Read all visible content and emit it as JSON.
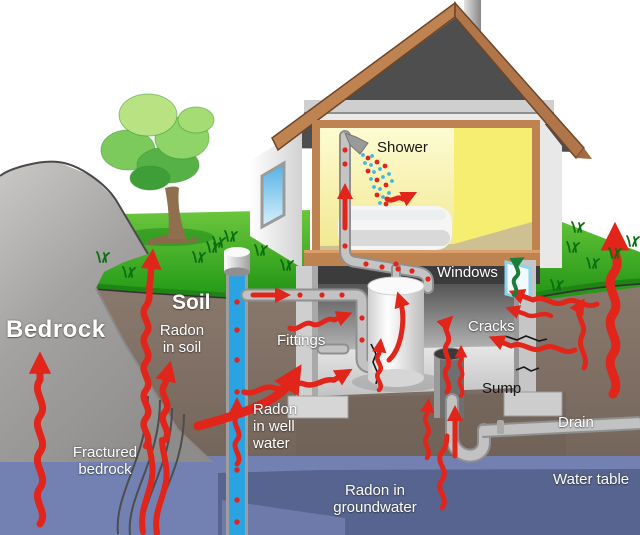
{
  "labels": {
    "bedrock": "Bedrock",
    "soil": "Soil",
    "radon_in_soil": [
      "Radon",
      "in soil"
    ],
    "fractured_bedrock": [
      "Fractured",
      "bedrock"
    ],
    "radon_in_well_water": [
      "Radon",
      "in well",
      "water"
    ],
    "fittings": "Fittings",
    "shower": "Shower",
    "windows": "Windows",
    "cracks": "Cracks",
    "sump": "Sump",
    "drain": "Drain",
    "water_table": "Water table",
    "radon_in_groundwater": [
      "Radon in",
      "groundwater"
    ]
  },
  "colors": {
    "radon_arrow_red": "#e1251b",
    "window_arrow_green": "#1e7c39",
    "well_water_blue": "#2aa3e2",
    "groundwater_dark": "#56648f",
    "groundwater_light": "#7381b2",
    "soil_brown": "#84746a",
    "bedrock_gray": "#a3a2a0",
    "grass_green": "#3fae27",
    "roof_brown": "#bf8352",
    "room_yellow": "#f6ee71",
    "shower_spray_blue": "#3fb7e0"
  },
  "icons": {
    "radon_flow_arrow": "red wavy arrow",
    "water_flow_arrow": "red straight arrow",
    "window_vent_arrow": "green wavy arrow",
    "radon_particle_dot": "red dot",
    "water_droplet_dot": "cyan dot",
    "fracture_line": "dark gray curved line",
    "crack_line": "black jagged line"
  }
}
